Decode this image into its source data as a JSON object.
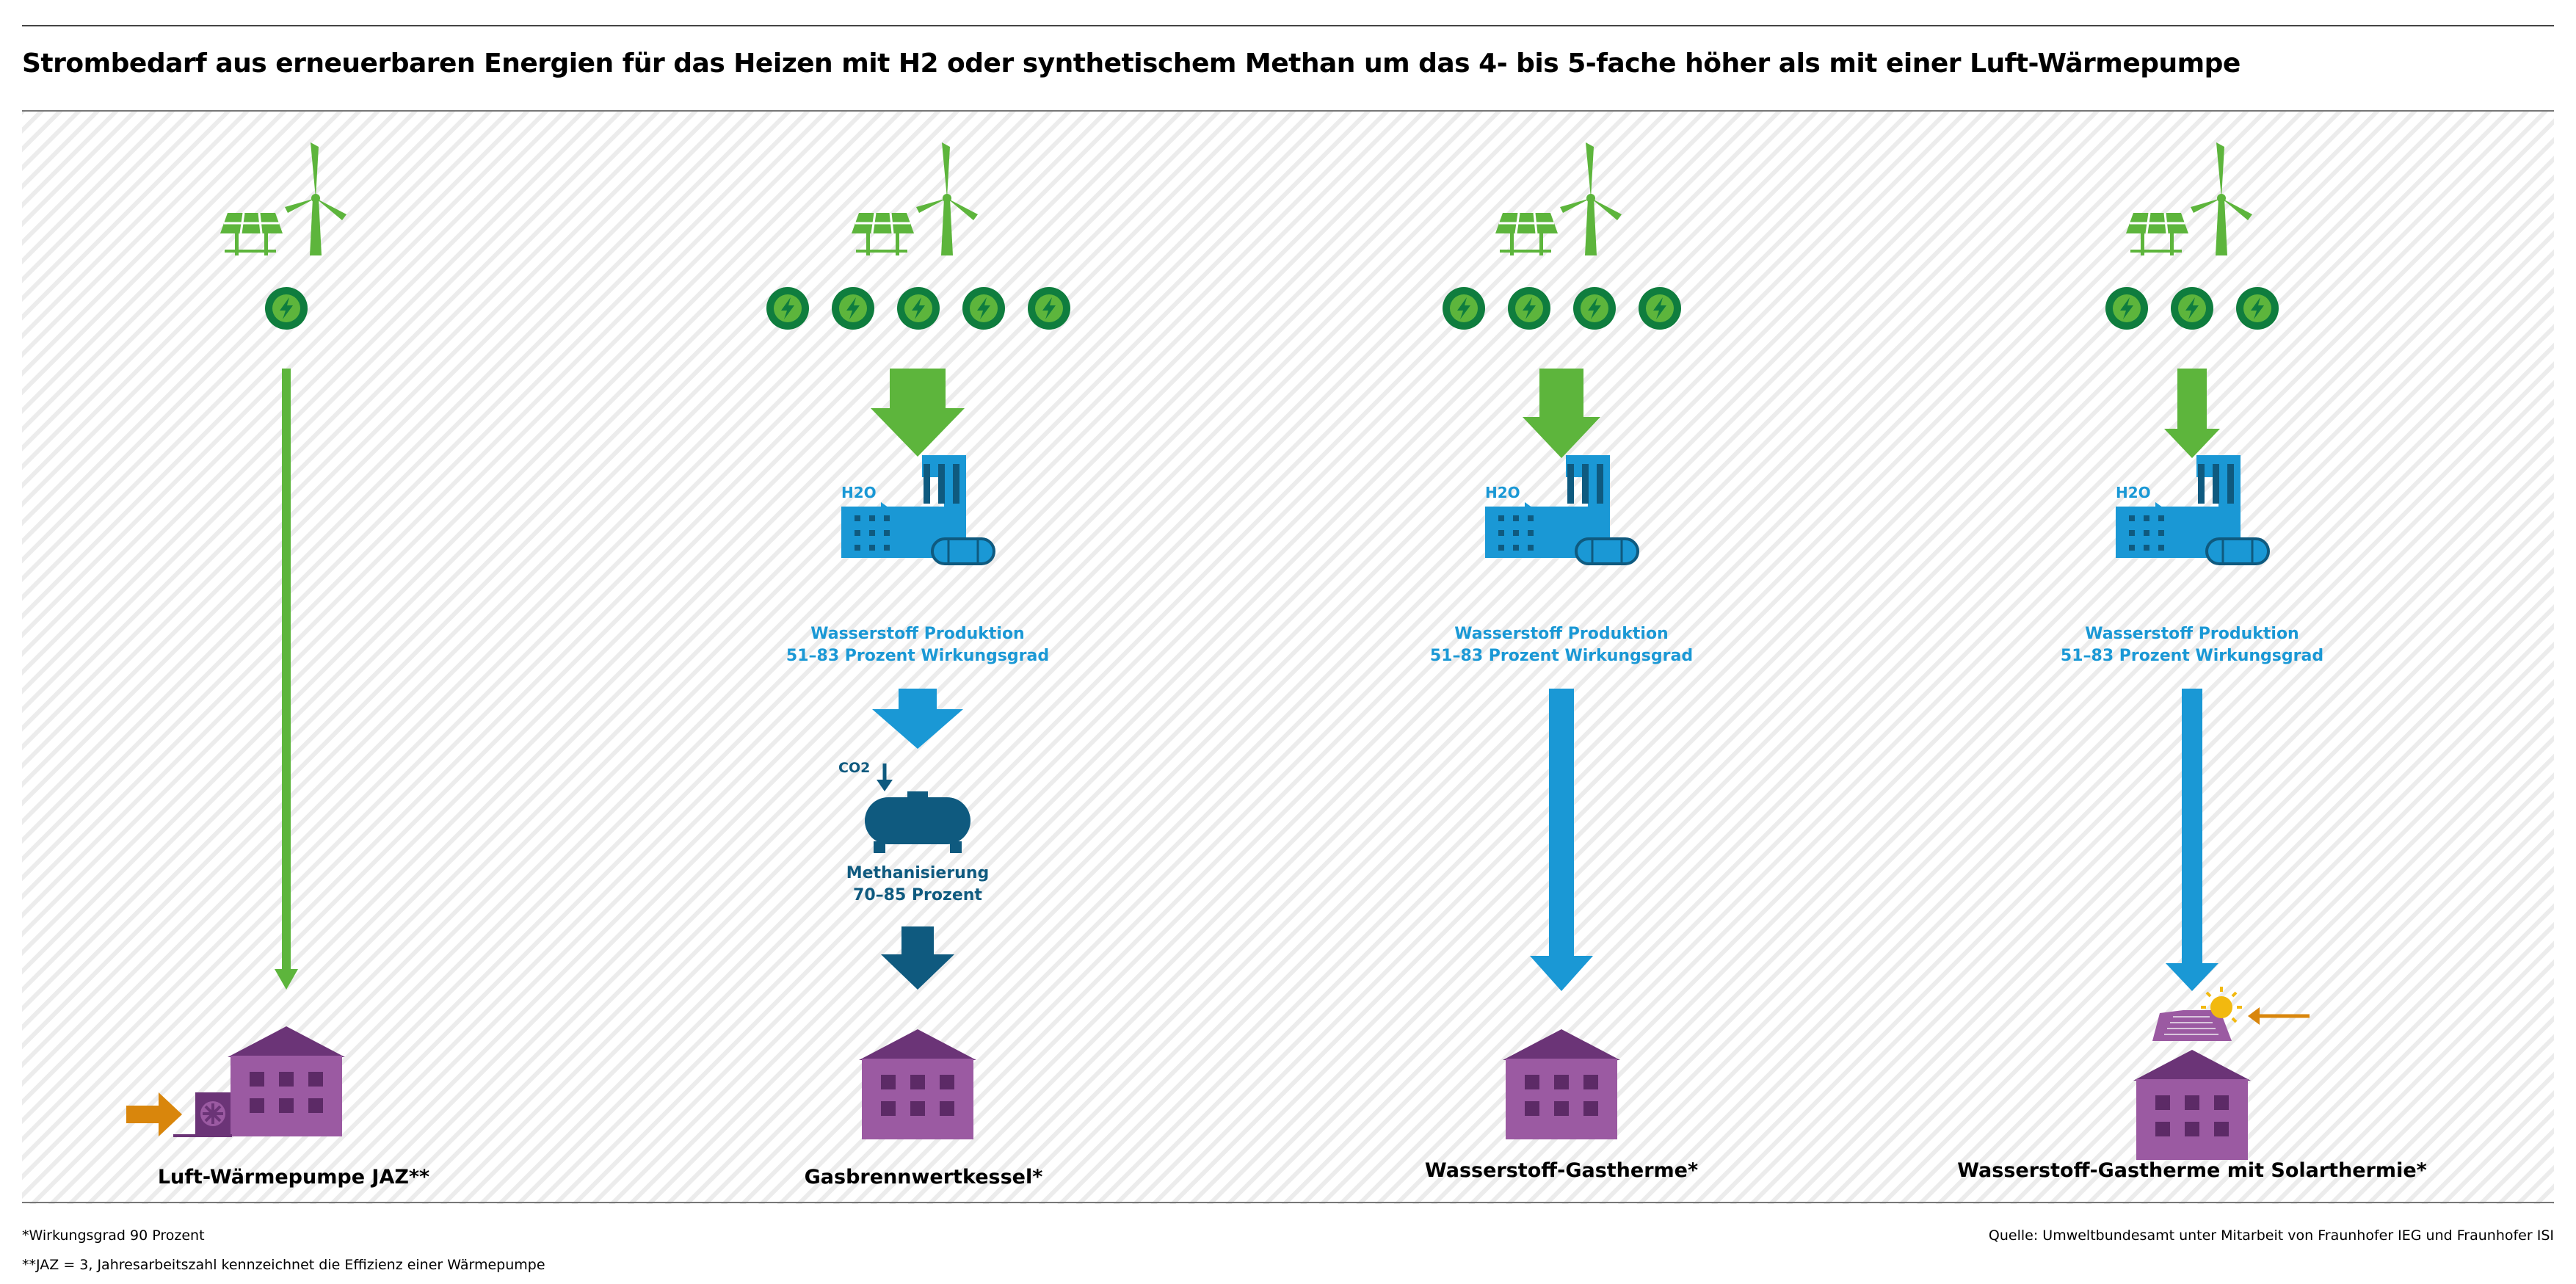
{
  "title": "Strombedarf aus erneuerbaren Energien für das Heizen mit H2 oder synthetischem Methan um das 4- bis 5-fache höher als mit einer Luft-Wärmepumpe",
  "colors": {
    "renewable_green": "#5db53c",
    "circle_green": "#0f7d3e",
    "hydrogen_blue": "#1a98d5",
    "methane_blue": "#0f5a7f",
    "building_purple": "#9b5aa2",
    "heat_orange": "#d9860c",
    "sun_yellow": "#f2b90f"
  },
  "columns": [
    {
      "name": "heatpump",
      "energy_units": 1,
      "label": "Luft-Wärmepumpe JAZ**"
    },
    {
      "name": "gas-condensing-boiler",
      "energy_units": 5,
      "h2o_label": "H2O",
      "h2_label_1": "Wasserstoff Produktion",
      "h2_label_2": "51–83 Prozent  Wirkungsgrad",
      "co2_label": "CO2",
      "methan_label_1": "Methanisierung",
      "methan_label_2": "70–85 Prozent",
      "label": "Gasbrennwertkessel*"
    },
    {
      "name": "hydrogen-gas-boiler",
      "energy_units": 4,
      "h2o_label": "H2O",
      "h2_label_1": "Wasserstoff Produktion",
      "h2_label_2": "51–83 Prozent  Wirkungsgrad",
      "label": "Wasserstoff-Gastherme*"
    },
    {
      "name": "hydrogen-gas-boiler-solar",
      "energy_units": 3,
      "h2o_label": "H2O",
      "h2_label_1": "Wasserstoff Produktion",
      "h2_label_2": "51–83 Prozent  Wirkungsgrad",
      "label": "Wasserstoff-Gastherme mit Solarthermie*"
    }
  ],
  "footnotes": {
    "note_1": "*Wirkungsgrad 90 Prozent",
    "note_2": "**JAZ = 3, Jahresarbeitszahl kennzeichnet die Effizienz einer Wärmepumpe"
  },
  "source": "Quelle: Umweltbundesamt unter Mitarbeit von Fraunhofer IEG und Fraunhofer ISI"
}
